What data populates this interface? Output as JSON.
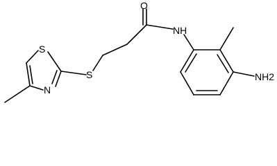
{
  "molecule": {
    "atoms": {
      "O": "O",
      "NH": "NH",
      "S_thioether": "S",
      "S_ring": "S",
      "N_ring": "N",
      "NH2": "NH2"
    },
    "colors": {
      "bond": "#000000",
      "text": "#000000",
      "background": "#ffffff"
    }
  }
}
